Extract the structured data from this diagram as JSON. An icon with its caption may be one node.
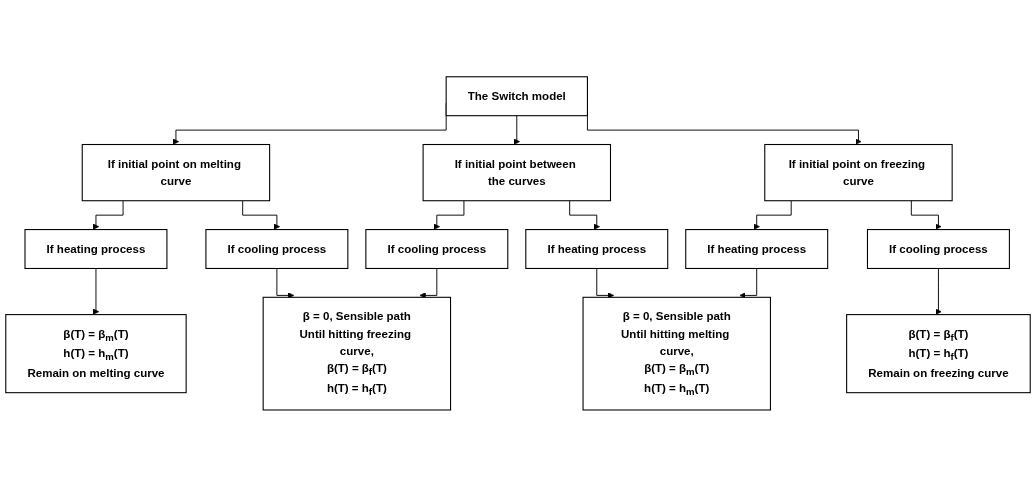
{
  "diagram": {
    "nodes": [
      {
        "text": [
          "The Switch model"
        ]
      },
      {
        "text": [
          "If initial point on melting curve"
        ]
      },
      {
        "text": [
          "If initial point between the curves"
        ]
      },
      {
        "text": [
          "If initial point on freezing curve"
        ]
      },
      {
        "text": [
          "If heating process"
        ]
      },
      {
        "text": [
          "If cooling process"
        ]
      },
      {
        "text": [
          "If cooling process"
        ]
      },
      {
        "text": [
          "If heating process"
        ]
      },
      {
        "text": [
          "If heating process"
        ]
      },
      {
        "text": [
          "If cooling process"
        ]
      },
      {
        "text": [
          "β(T) = β$_{m}$(T)",
          "h(T) = h$_{m}$(T)",
          "Remain on melting curve"
        ]
      },
      {
        "text": [
          "β = 0, Sensible path",
          "Until hitting freezing curve,",
          "β(T) = β$_{f}$(T)",
          "h(T) = h$_{f}$(T)"
        ]
      },
      {
        "text": [
          "β = 0, Sensible path",
          "Until hitting melting curve,",
          "β(T) = β$_{m}$(T)",
          "h(T) = h$_{m}$(T)"
        ]
      },
      {
        "text": [
          "β(T) = β$_{f}$(T)",
          "h(T) = h$_{f}$(T)",
          "Remain on freezing curve"
        ]
      }
    ],
    "edges": [
      {
        "from": 0,
        "to": 1,
        "arrow": "to"
      },
      {
        "from": 0,
        "to": 2,
        "arrow": "to"
      },
      {
        "from": 0,
        "to": 3,
        "arrow": "to"
      },
      {
        "from": 1,
        "to": 4,
        "arrow": "to"
      },
      {
        "from": 1,
        "to": 5,
        "arrow": "to"
      },
      {
        "from": 2,
        "to": 6,
        "arrow": "to"
      },
      {
        "from": 2,
        "to": 7,
        "arrow": "to"
      },
      {
        "from": 3,
        "to": 8,
        "arrow": "to"
      },
      {
        "from": 3,
        "to": 9,
        "arrow": "to"
      },
      {
        "from": 4,
        "to": 10,
        "arrow": "to"
      },
      {
        "from": 5,
        "to": 11,
        "arrow": "to"
      },
      {
        "from": 6,
        "to": 11,
        "arrow": "to"
      },
      {
        "from": 7,
        "to": 12,
        "arrow": "to"
      },
      {
        "from": 8,
        "to": 12,
        "arrow": "to"
      },
      {
        "from": 9,
        "to": 13,
        "arrow": "to"
      }
    ]
  }
}
